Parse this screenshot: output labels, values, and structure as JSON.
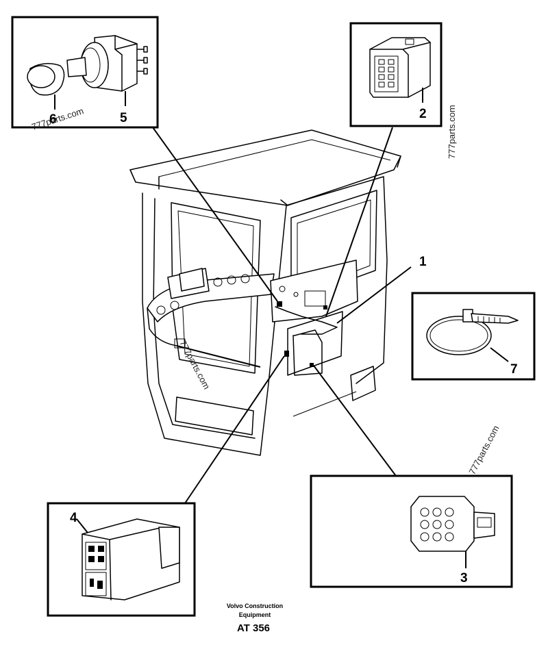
{
  "callouts": {
    "c1": "1",
    "c2": "2",
    "c3": "3",
    "c4": "4",
    "c5": "5",
    "c6": "6",
    "c7": "7"
  },
  "watermark": "777parts.com",
  "caption": {
    "line1": "Volvo Construction",
    "line2": "Equipment",
    "code": "AT 356"
  },
  "icons": {
    "push_button_switch": "switch-icon",
    "connector_8pin": "connector-icon",
    "connector_9pin": "connector-icon",
    "connector_relay": "connector-icon",
    "cable_tie": "cable-tie-icon"
  }
}
